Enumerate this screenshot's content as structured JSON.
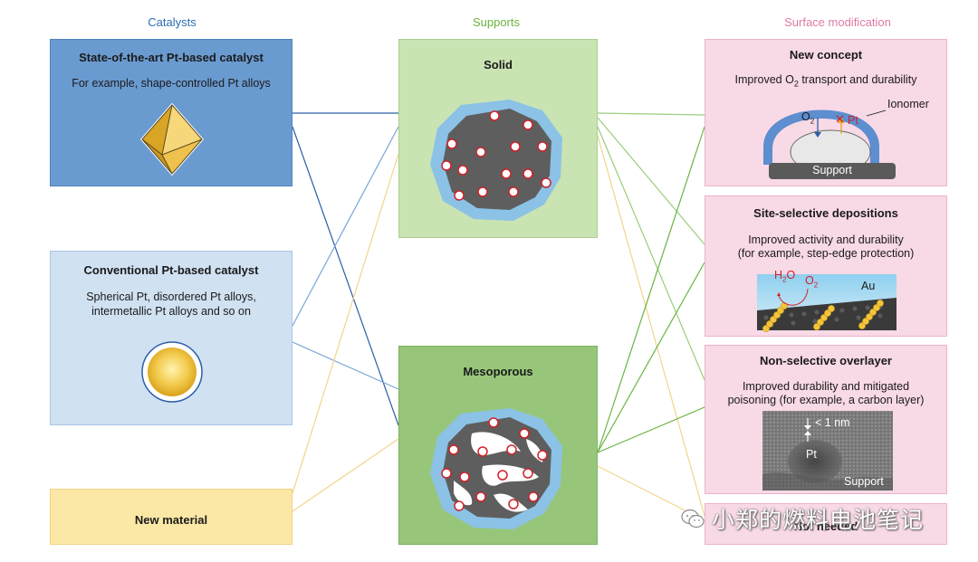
{
  "headers": {
    "catalysts": "Catalysts",
    "supports": "Supports",
    "surface": "Surface modification"
  },
  "catalysts": {
    "sota": {
      "title": "State-of-the-art Pt-based catalyst",
      "desc": "For example, shape-controlled Pt alloys"
    },
    "conventional": {
      "title": "Conventional Pt-based catalyst",
      "desc_1": "Spherical Pt, disordered Pt alloys,",
      "desc_2": "intermetallic Pt alloys and so on"
    },
    "new_material": {
      "title": "New material"
    }
  },
  "supports": {
    "solid": {
      "title": "Solid"
    },
    "mesoporous": {
      "title": "Mesoporous"
    }
  },
  "surface": {
    "new_concept": {
      "title": "New concept",
      "desc_pre": "Improved O",
      "desc_sub": "2",
      "desc_post": " transport and durability",
      "o2_label": "O",
      "o2_sub": "2",
      "pt_label": "Pt",
      "ionomer_label": "Ionomer",
      "support_label": "Support"
    },
    "site_selective": {
      "title": "Site-selective depositions",
      "desc_1": "Improved activity and durability",
      "desc_2": "(for example, step-edge protection)",
      "h2o_label_a": "H",
      "h2o_sub": "2",
      "h2o_label_b": "O",
      "o2_label": "O",
      "o2_sub": "2",
      "au_label": "Au"
    },
    "non_selective": {
      "title": "Non-selective overlayer",
      "desc_1": "Improved durability and mitigated",
      "desc_2": "poisoning (for example, a carbon layer)",
      "thickness_label": "< 1 nm",
      "pt_label": "Pt",
      "support_label": "Support"
    },
    "unnamed": {
      "title": "Not needed"
    }
  },
  "watermark": {
    "text": "小郑的燃料电池笔记"
  },
  "colors": {
    "header_catalysts": "#2e6db4",
    "header_supports": "#6db33f",
    "header_surface": "#e07aa6",
    "sota_fill": "#6a9bd0",
    "conventional_fill": "#d0e1f2",
    "new_material_fill": "#fbe8a6",
    "solid_fill": "#c9e3b3",
    "mesoporous_fill": "#97c67a",
    "surface_fill": "#f8d9e6",
    "line_dark_blue": "#2d5fa8",
    "line_light_blue": "#79a6d8",
    "line_yellow": "#f2d58a",
    "line_green": "#6ab443"
  }
}
